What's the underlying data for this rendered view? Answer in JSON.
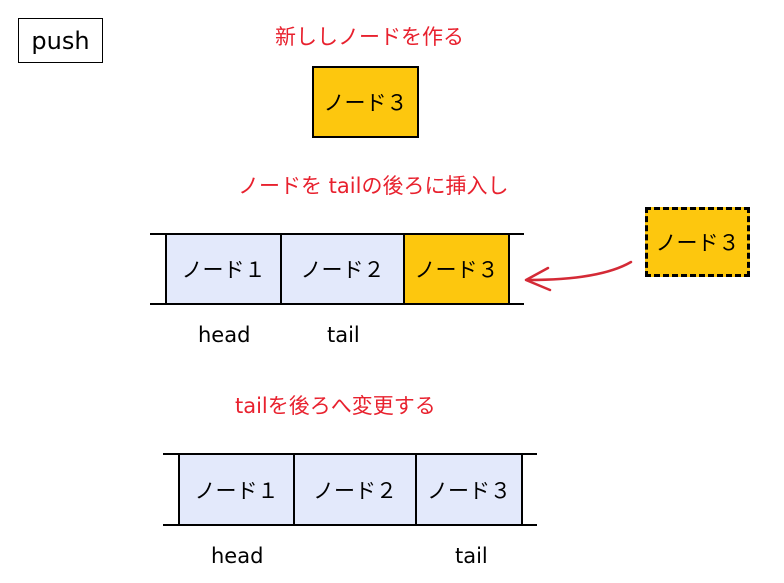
{
  "title": "push",
  "steps": {
    "step1": "新ししノードを作る",
    "step2": "ノードを tailの後ろに挿入し",
    "step3": "tailを後ろへ変更する"
  },
  "new_node": "ノード３",
  "floating_node": "ノード３",
  "list1": {
    "nodes": [
      "ノード１",
      "ノード２",
      "ノード３"
    ],
    "head_label": "head",
    "tail_label": "tail"
  },
  "list2": {
    "nodes": [
      "ノード１",
      "ノード２",
      "ノード３"
    ],
    "head_label": "head",
    "tail_label": "tail"
  },
  "colors": {
    "caption": "#e8212e",
    "node_fill": "#e3e9fb",
    "new_node_fill": "#fdc70e",
    "arrow": "#d42a36"
  }
}
